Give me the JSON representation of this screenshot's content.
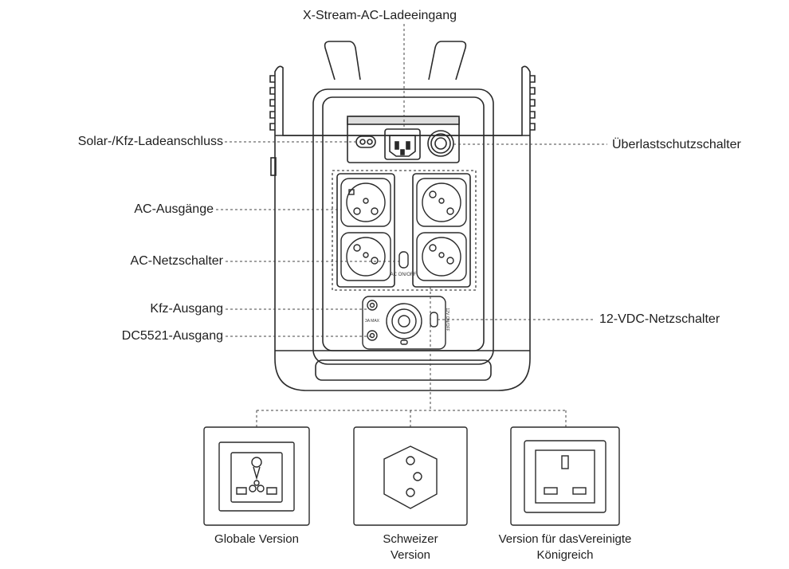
{
  "labels": {
    "top": "X-Stream-AC-Ladeeingang",
    "solar": "Solar-/Kfz-Ladeanschluss",
    "ac_outputs": "AC-Ausgänge",
    "ac_switch": "AC-Netzschalter",
    "car_output": "Kfz-Ausgang",
    "dc5521": "DC5521-Ausgang",
    "overload": "Überlastschutzschalter",
    "vdc_switch": "12-VDC-Netzschalter"
  },
  "device_text": {
    "ac_onoff": "AC ON/OFF",
    "dc_max": "3A MAX",
    "dc_onoff": "12V ON/OFF"
  },
  "variants": [
    {
      "id": "global",
      "caption": [
        "Globale Version"
      ]
    },
    {
      "id": "swiss",
      "caption": [
        "Schweizer",
        "Version"
      ]
    },
    {
      "id": "uk",
      "caption": [
        "Version für dasVereinigte",
        "Königreich"
      ]
    }
  ],
  "colors": {
    "line": "#2a2a2a",
    "dash": "#444444"
  }
}
